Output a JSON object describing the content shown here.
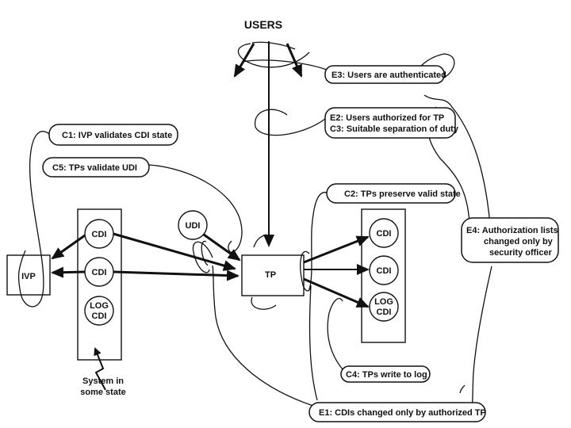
{
  "title": "USERS",
  "nodes": {
    "ivp": "IVP",
    "tp": "TP",
    "udi": "UDI",
    "left_cdi_1": "CDI",
    "left_cdi_2": "CDI",
    "left_log_cdi": [
      "LOG",
      "CDI"
    ],
    "right_cdi_1": "CDI",
    "right_cdi_2": "CDI",
    "right_log_cdi": [
      "LOG",
      "CDI"
    ]
  },
  "system_state_label": [
    "System in",
    "some state"
  ],
  "callouts": {
    "c1": "C1:   IVP validates CDI state",
    "c5": "C5:  TPs validate UDI",
    "e3": "E3:  Users are authenticated",
    "e2": "E2:   Users authorized for TP",
    "c3": "C3:   Suitable separation of duty",
    "c2": "C2:  TPs preserve valid state",
    "e4": [
      "E4:   Authorization lists",
      "changed only by",
      "security officer"
    ],
    "c4": "C4:  TPs write to log",
    "e1": "E1:   CDIs changed only by authorized TP"
  }
}
